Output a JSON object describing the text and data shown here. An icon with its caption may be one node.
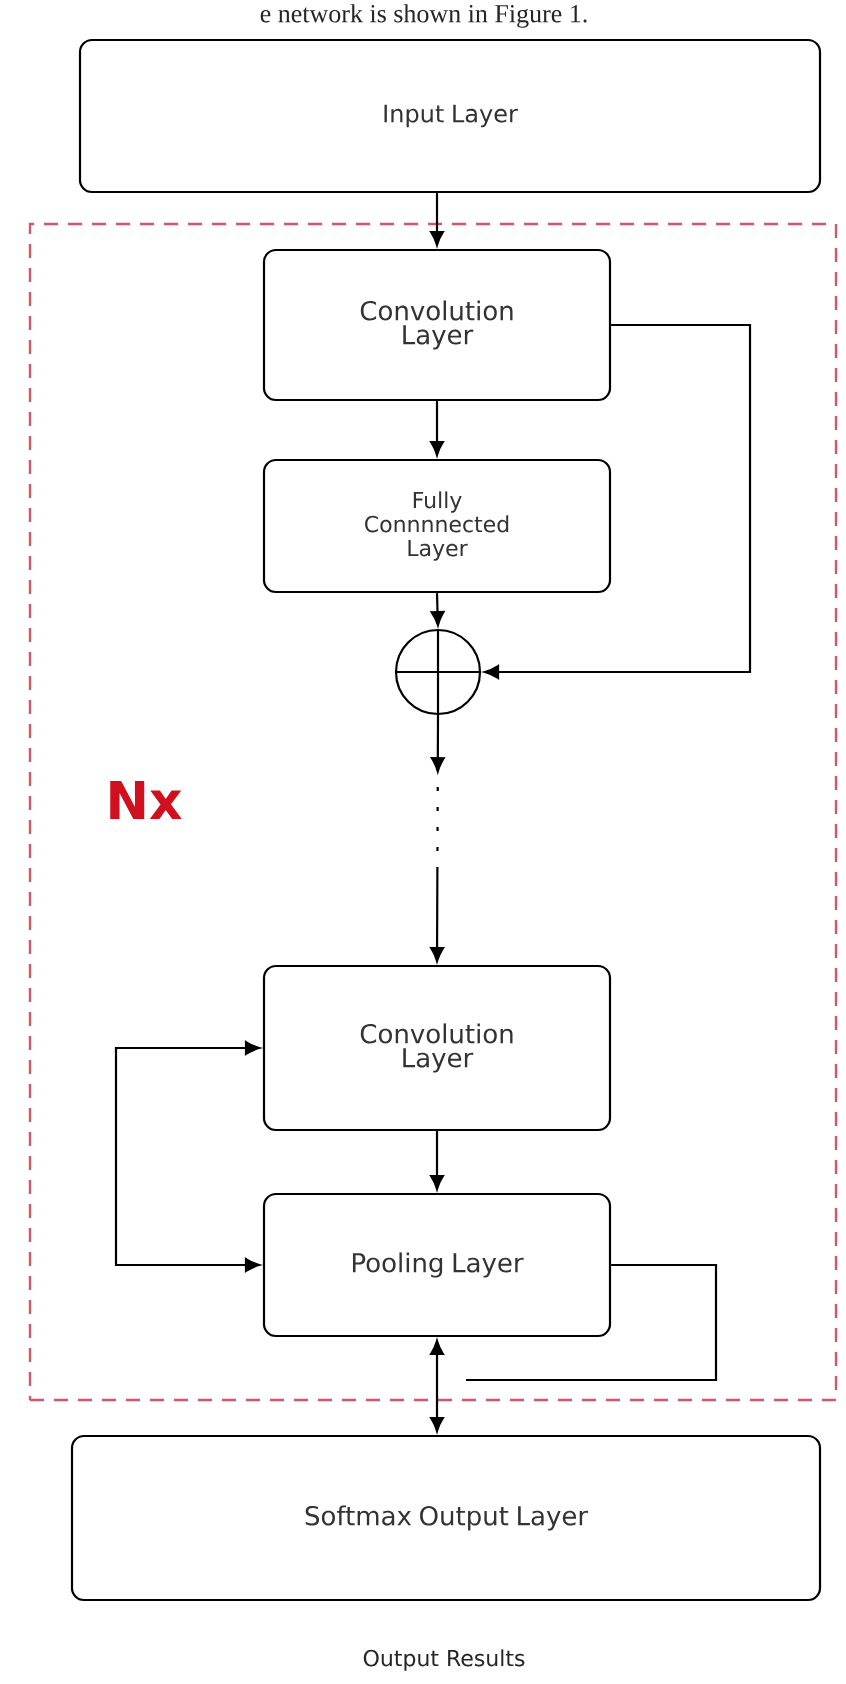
{
  "diagram": {
    "nodes": [
      {
        "text": [
          "Input Layer"
        ]
      },
      {
        "text": [
          "Nx"
        ]
      },
      {
        "text": [
          "Convolution Layer"
        ],
        "in": 1
      },
      {
        "text": [
          "Fully Connnnected Layer"
        ],
        "in": 1
      },
      {
        "text": [],
        "shape": "circle",
        "in": 1
      },
      {
        "text": [
          "Convolution Layer"
        ],
        "in": 1
      },
      {
        "text": [
          "Pooling Layer"
        ],
        "in": 1
      },
      {
        "text": [
          "Softmax Output Layer"
        ]
      }
    ],
    "edges": [
      {
        "from": 0,
        "to": 2,
        "arrow": "to"
      },
      {
        "from": 2,
        "to": 3,
        "arrow": "to"
      },
      {
        "from": 3,
        "to": 4,
        "arrow": "to"
      },
      {
        "from": 2,
        "to": 4,
        "arrow": "to"
      },
      {
        "from": 4,
        "to": 5,
        "arrow": "to",
        "style": "dashed"
      },
      {
        "from": 5,
        "to": 6,
        "arrow": "to"
      },
      {
        "from": 5,
        "to": 6,
        "arrow": "both"
      },
      {
        "from": 6,
        "to": null,
        "arrow": "none"
      },
      {
        "from": 6,
        "to": 7,
        "arrow": "both"
      }
    ],
    "labels": [
      "e network is shown in Figure 1.",
      "Output Results"
    ]
  }
}
